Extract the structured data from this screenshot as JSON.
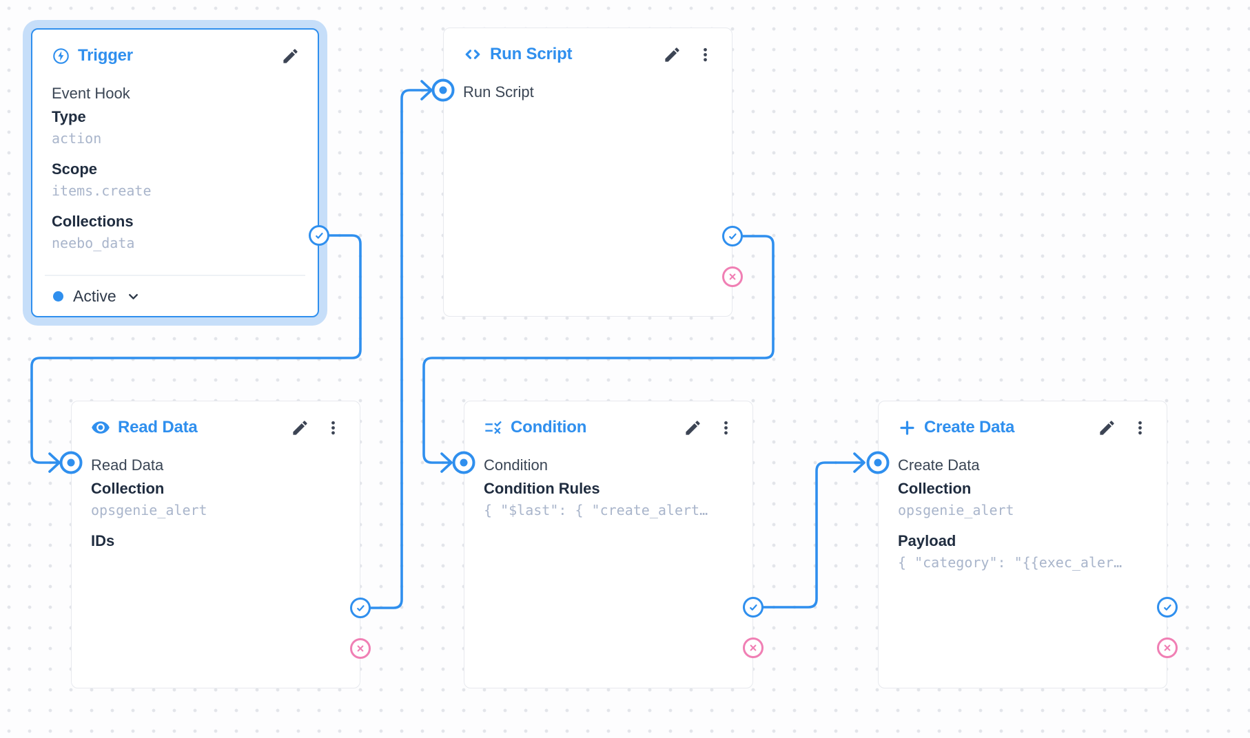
{
  "colors": {
    "accent": "#2f8fee",
    "reject": "#f07fb4",
    "selected_glow": "#c6def9",
    "mono_value": "#a9b5cb"
  },
  "nodes": {
    "trigger": {
      "title": "Trigger",
      "icon": "bolt-icon",
      "trigger_type": "Event Hook",
      "fields": [
        {
          "label": "Type",
          "value": "action"
        },
        {
          "label": "Scope",
          "value": "items.create"
        },
        {
          "label": "Collections",
          "value": "neebo_data"
        }
      ],
      "status_label": "Active"
    },
    "run_script": {
      "title": "Run Script",
      "icon": "code-icon",
      "input_label": "Run Script",
      "fields": []
    },
    "read_data": {
      "title": "Read Data",
      "icon": "eye-icon",
      "input_label": "Read Data",
      "fields": [
        {
          "label": "Collection",
          "value": "opsgenie_alert"
        },
        {
          "label": "IDs",
          "value": ""
        }
      ]
    },
    "condition": {
      "title": "Condition",
      "icon": "rule-icon",
      "input_label": "Condition",
      "fields": [
        {
          "label": "Condition Rules",
          "value": "{ \"$last\": { \"create_alert…"
        }
      ]
    },
    "create_data": {
      "title": "Create Data",
      "icon": "plus-icon",
      "input_label": "Create Data",
      "fields": [
        {
          "label": "Collection",
          "value": "opsgenie_alert"
        },
        {
          "label": "Payload",
          "value": "{ \"category\": \"{{exec_aler…"
        }
      ]
    }
  }
}
